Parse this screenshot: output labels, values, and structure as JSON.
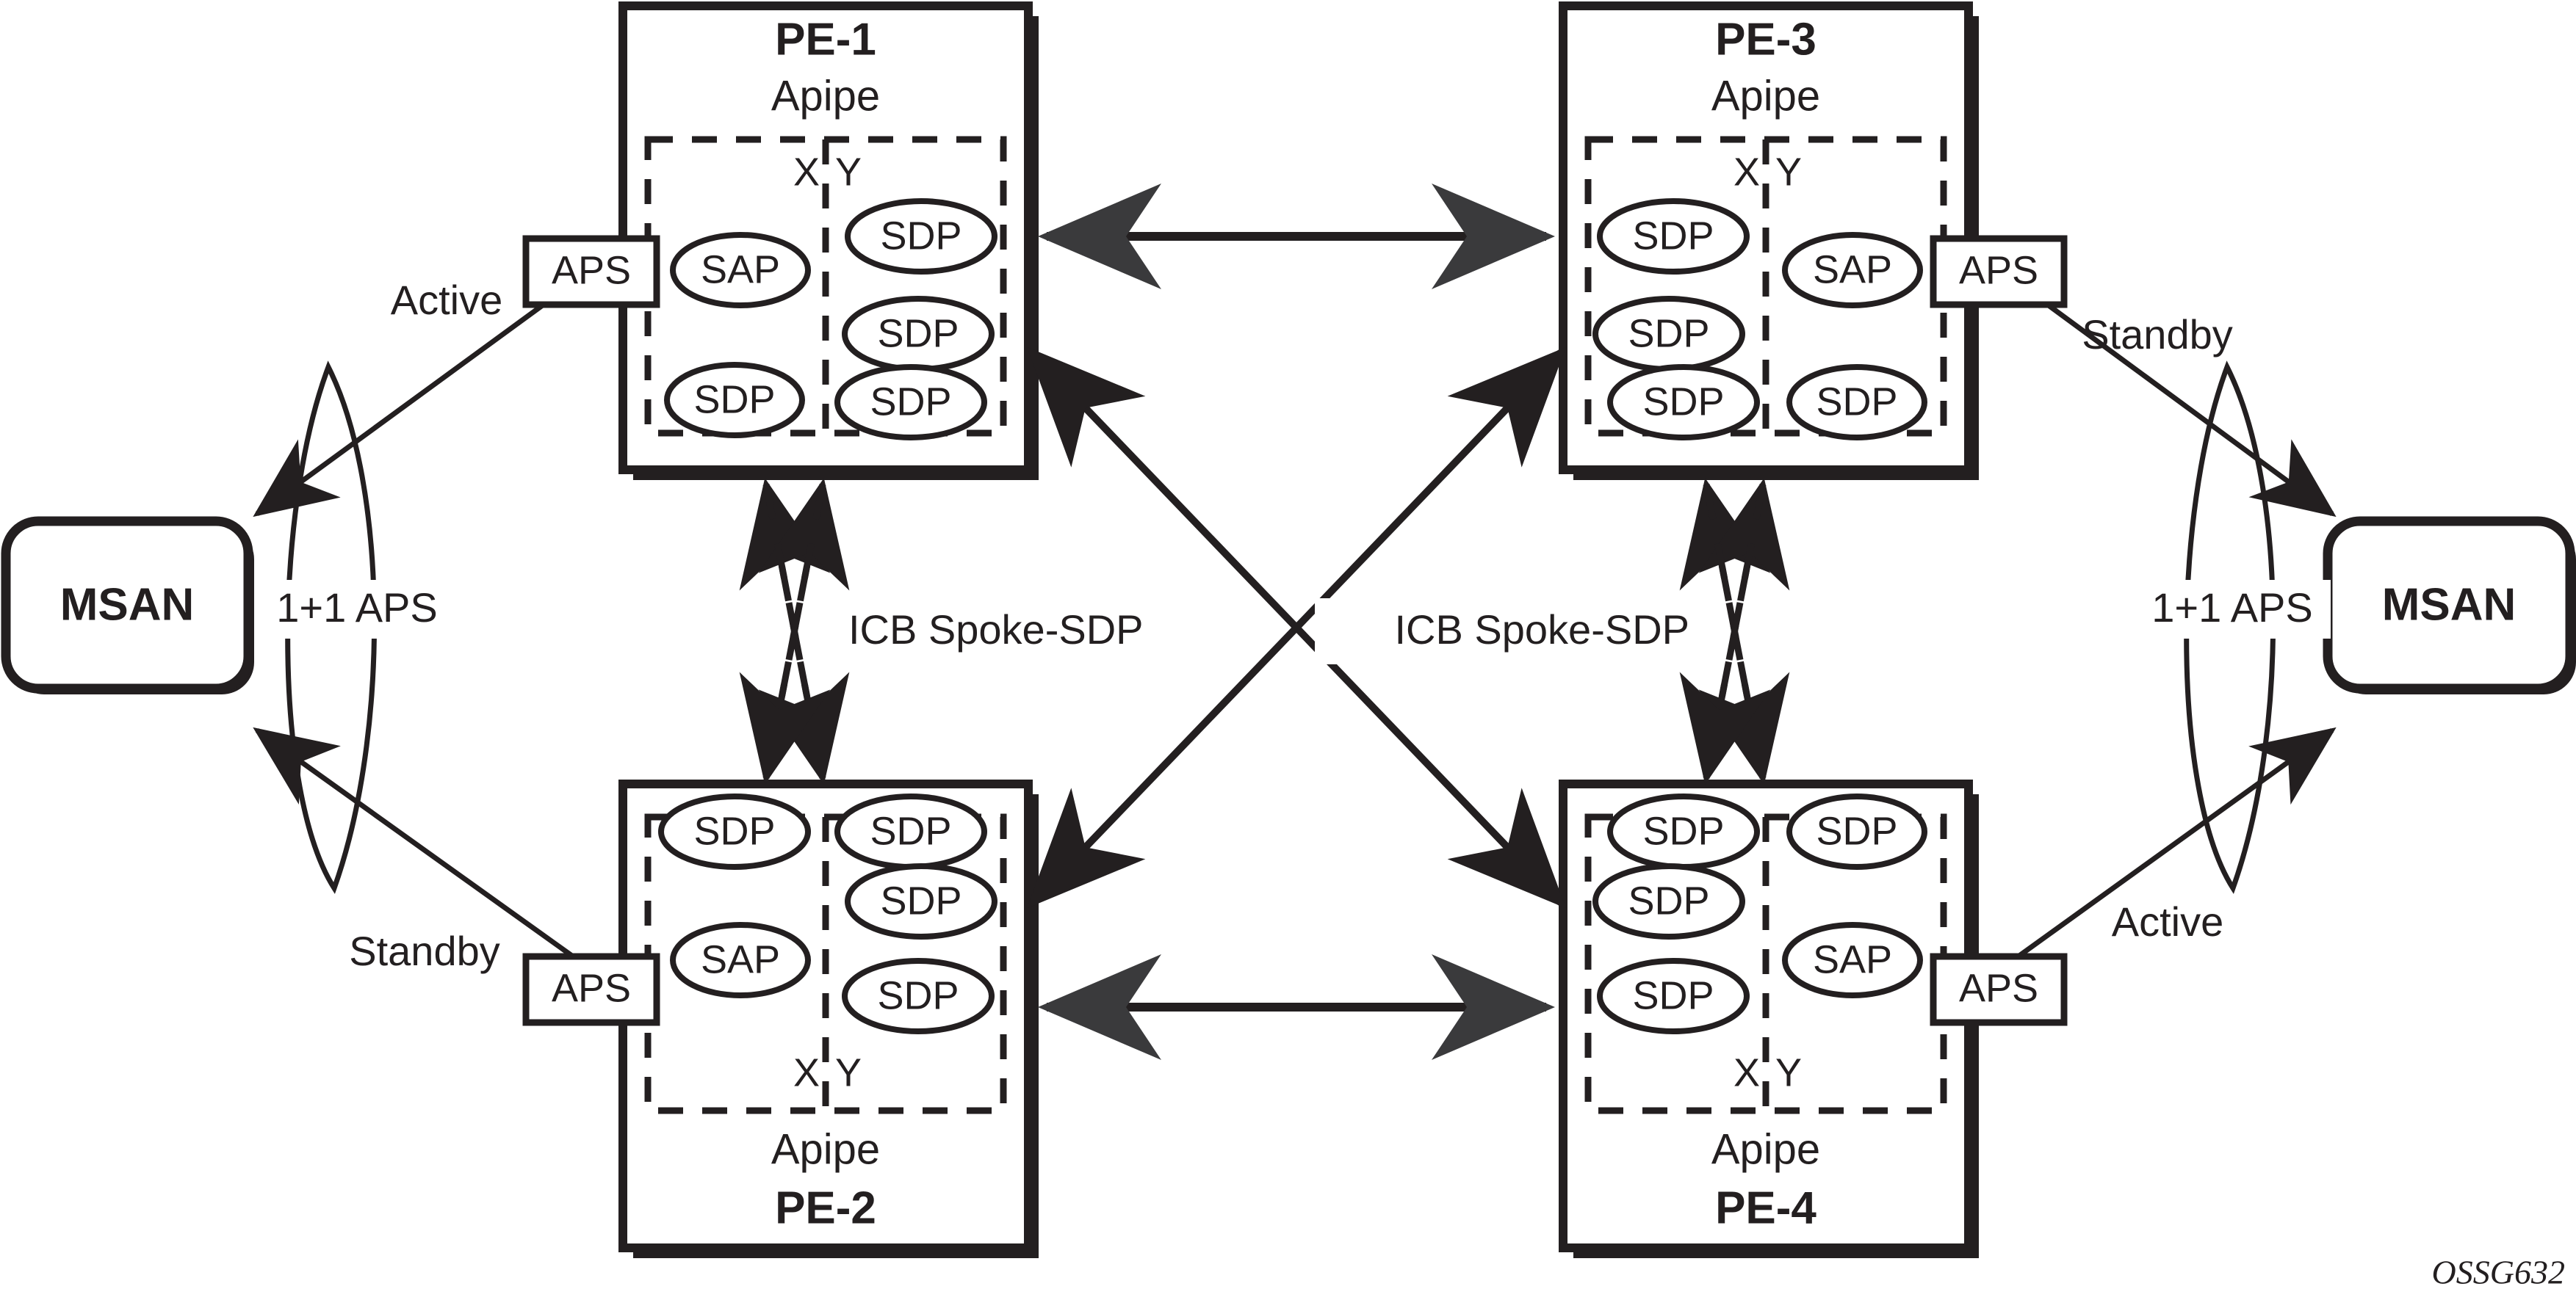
{
  "figure": {
    "code": "OSSG632",
    "ink": "#231f20",
    "background": "#ffffff"
  },
  "endpoints": [
    {
      "id": "msan-left",
      "label": "MSAN"
    },
    {
      "id": "msan-right",
      "label": "MSAN"
    }
  ],
  "aps_links": [
    {
      "id": "aps-left",
      "label": "1+1 APS"
    },
    {
      "id": "aps-right",
      "label": "1+1 APS"
    }
  ],
  "aps_boxes": [
    {
      "id": "aps-pe1",
      "label": "APS",
      "state": "Active"
    },
    {
      "id": "aps-pe2",
      "label": "APS",
      "state": "Standby"
    },
    {
      "id": "aps-pe3",
      "label": "APS",
      "state": "Standby"
    },
    {
      "id": "aps-pe4",
      "label": "APS",
      "state": "Active"
    }
  ],
  "nodes": [
    {
      "id": "pe1",
      "title": "PE-1",
      "service": "Apipe",
      "title_position": "top",
      "zones": {
        "x_label": "X",
        "y_label": "Y",
        "xy_label_position": "top"
      },
      "objects": {
        "x": [
          {
            "type": "SAP",
            "label": "SAP"
          },
          {
            "type": "SDP",
            "label": "SDP"
          }
        ],
        "y": [
          {
            "type": "SDP",
            "label": "SDP"
          },
          {
            "type": "SDP",
            "label": "SDP"
          },
          {
            "type": "SDP",
            "label": "SDP"
          }
        ]
      }
    },
    {
      "id": "pe3",
      "title": "PE-3",
      "service": "Apipe",
      "title_position": "top",
      "zones": {
        "x_label": "X",
        "y_label": "Y",
        "xy_label_position": "top"
      },
      "objects": {
        "x": [
          {
            "type": "SDP",
            "label": "SDP"
          },
          {
            "type": "SDP",
            "label": "SDP"
          },
          {
            "type": "SDP",
            "label": "SDP"
          }
        ],
        "y": [
          {
            "type": "SAP",
            "label": "SAP"
          },
          {
            "type": "SDP",
            "label": "SDP"
          }
        ]
      }
    },
    {
      "id": "pe2",
      "title": "PE-2",
      "service": "Apipe",
      "title_position": "bottom",
      "zones": {
        "x_label": "X",
        "y_label": "Y",
        "xy_label_position": "bottom"
      },
      "objects": {
        "x": [
          {
            "type": "SDP",
            "label": "SDP"
          },
          {
            "type": "SAP",
            "label": "SAP"
          }
        ],
        "y": [
          {
            "type": "SDP",
            "label": "SDP"
          },
          {
            "type": "SDP",
            "label": "SDP"
          },
          {
            "type": "SDP",
            "label": "SDP"
          }
        ]
      }
    },
    {
      "id": "pe4",
      "title": "PE-4",
      "service": "Apipe",
      "title_position": "bottom",
      "zones": {
        "x_label": "X",
        "y_label": "Y",
        "xy_label_position": "bottom"
      },
      "objects": {
        "x": [
          {
            "type": "SDP",
            "label": "SDP"
          },
          {
            "type": "SDP",
            "label": "SDP"
          },
          {
            "type": "SDP",
            "label": "SDP"
          }
        ],
        "y": [
          {
            "type": "SDP",
            "label": "SDP"
          },
          {
            "type": "SAP",
            "label": "SAP"
          }
        ]
      }
    }
  ],
  "icb_links": [
    {
      "id": "icb-left",
      "label": "ICB Spoke-SDP",
      "between": "PE-1 / PE-2",
      "style": "dashed"
    },
    {
      "id": "icb-right",
      "label": "ICB Spoke-SDP",
      "between": "PE-3 / PE-4",
      "style": "dashed"
    }
  ],
  "pw_links": [
    {
      "id": "pw-pe1-pe3",
      "between": "PE-1 / PE-3",
      "style": "solid",
      "arrows": "both"
    },
    {
      "id": "pw-pe2-pe4",
      "between": "PE-2 / PE-4",
      "style": "solid",
      "arrows": "both"
    },
    {
      "id": "pw-pe1-pe4",
      "between": "PE-1 / PE-4",
      "style": "solid",
      "arrows": "both"
    },
    {
      "id": "pw-pe2-pe3",
      "between": "PE-2 / PE-3",
      "style": "solid",
      "arrows": "both"
    }
  ],
  "labels": {
    "active_top_left": "Active",
    "standby_bottom_left": "Standby",
    "standby_top_right": "Standby",
    "active_bottom_right": "Active"
  }
}
